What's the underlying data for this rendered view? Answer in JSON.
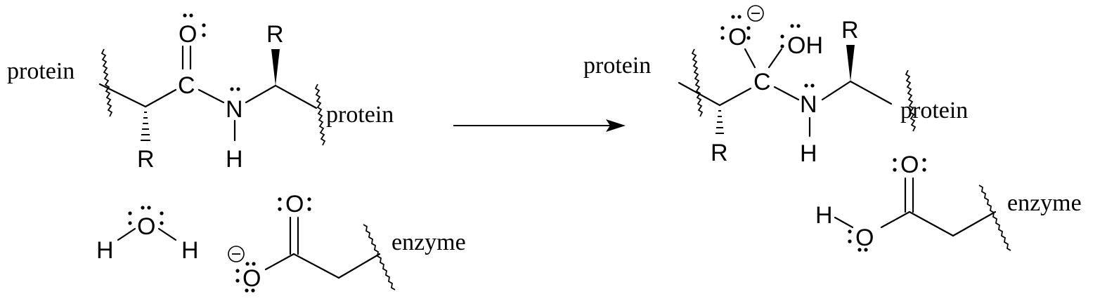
{
  "reactant": {
    "protein_left": "protein",
    "protein_right": "protein",
    "carbonyl_o": "O",
    "carbonyl_c": "C",
    "amide_n": "N",
    "amide_h": "H",
    "r_top": "R",
    "r_bottom": "R"
  },
  "water": {
    "o": "O",
    "h_left": "H",
    "h_right": "H"
  },
  "carboxylate": {
    "o_double": "O",
    "o_single": "O",
    "enzyme": "enzyme"
  },
  "product": {
    "protein_left": "protein",
    "protein_right": "protein",
    "o_minus": "O",
    "oh": "OH",
    "c": "C",
    "n": "N",
    "nh": "H",
    "r_top": "R",
    "r_bottom": "R"
  },
  "carboxylic_acid": {
    "o_double": "O",
    "o_single": "O",
    "h": "H",
    "enzyme": "enzyme"
  },
  "icons": {
    "reaction_arrow": "right-arrow",
    "negative_charge": "circled-minus"
  }
}
